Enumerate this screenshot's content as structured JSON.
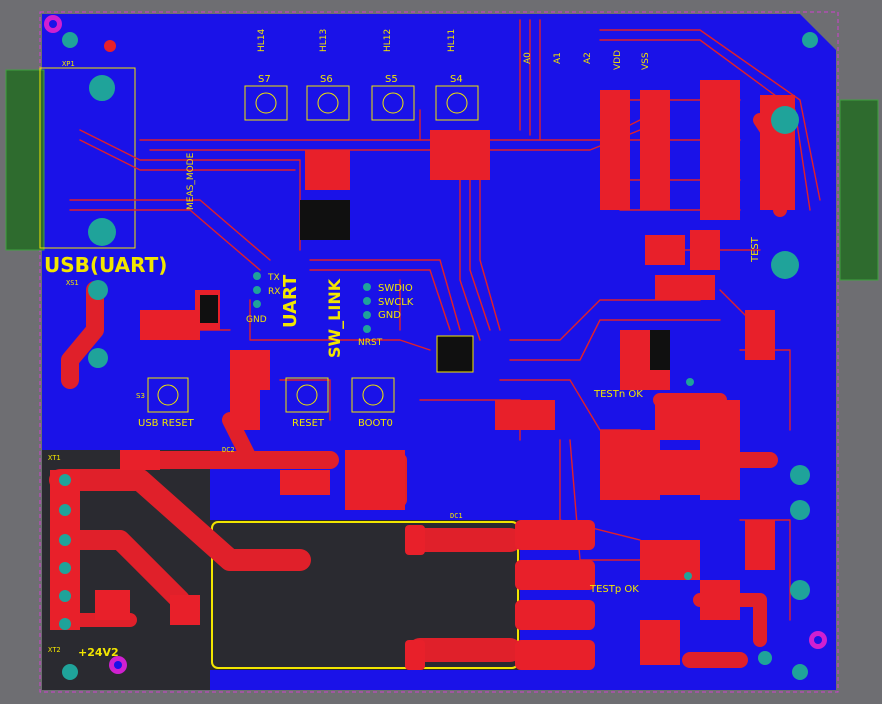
{
  "colors": {
    "background": "#6e6e72",
    "board": "#1a12e8",
    "copper_top": "#e0202a",
    "silkscreen": "#f2e600",
    "pad": "#e8202a",
    "hole": "#1fa39a"
  },
  "labels": {
    "usb_uart": "USB(UART)",
    "uart": "UART",
    "sw_link": "SW_LINK",
    "meas_mode": "MEAS_MODE",
    "test": "TEST",
    "testn_ok": "TESTn OK",
    "testp_ok": "TESTp OK",
    "usb_reset": "USB RESET",
    "reset": "RESET",
    "boot0": "BOOT0",
    "voltage": "+24V2",
    "swdio": "SWDIO",
    "swclk": "SWCLK",
    "gnd": "GND",
    "tx": "TX",
    "rx": "RX",
    "gnd2": "GND",
    "nrst": "NRST",
    "a0": "A0",
    "a1": "A1",
    "a2": "A2",
    "vdd": "VDD",
    "vss": "VSS",
    "s7": "S7",
    "s6": "S6",
    "s5": "S5",
    "s4": "S4",
    "s3": "S3",
    "hl14": "HL14",
    "hl13": "HL13",
    "hl12": "HL12",
    "hl11": "HL11",
    "dc1": "DC1",
    "dc2": "DC2",
    "xt1": "XT1",
    "xt2": "XT2",
    "xs1": "XS1",
    "xp1": "XP1"
  }
}
